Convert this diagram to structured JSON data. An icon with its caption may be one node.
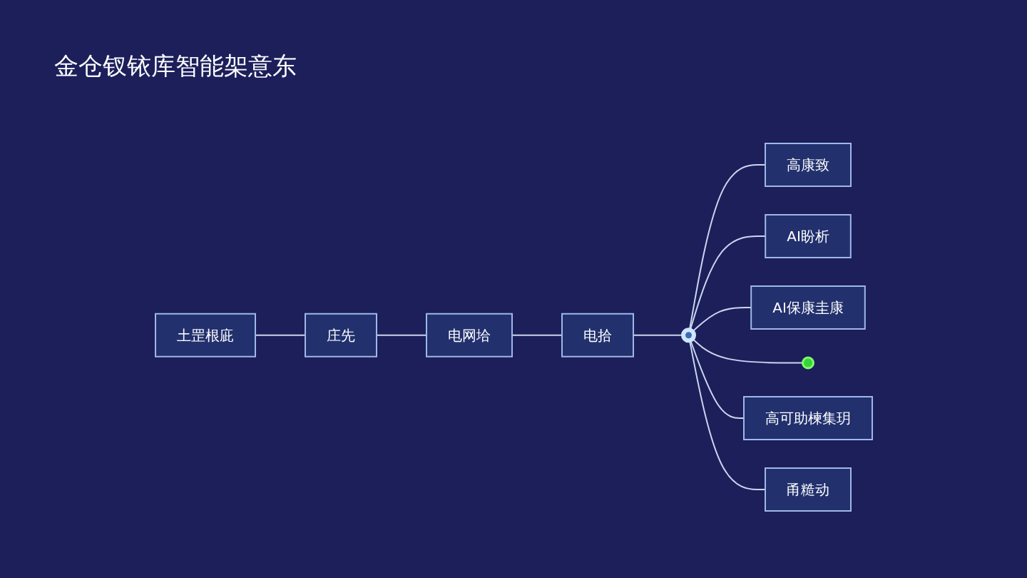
{
  "diagram": {
    "title": "金仓钗铱库智能架意东",
    "nodes": [
      {
        "text": [
          "土罡根庛"
        ]
      },
      {
        "text": [
          "庄先"
        ]
      },
      {
        "text": [
          "电网垥"
        ]
      },
      {
        "text": [
          "电拾"
        ]
      },
      {
        "text": [],
        "shape": "circle"
      },
      {
        "text": [
          "高康致"
        ]
      },
      {
        "text": [
          "AI盼析"
        ]
      },
      {
        "text": [
          "AI保康圭康"
        ]
      },
      {
        "text": [],
        "shape": "circle"
      },
      {
        "text": [
          "高可助楝集玥"
        ]
      },
      {
        "text": [
          "甬糙动"
        ]
      }
    ],
    "edges": [
      {
        "from": 0,
        "to": 1,
        "arrow": "none"
      },
      {
        "from": 1,
        "to": 2,
        "arrow": "none"
      },
      {
        "from": 2,
        "to": 3,
        "arrow": "none"
      },
      {
        "from": 3,
        "to": 4,
        "arrow": "none"
      },
      {
        "from": 4,
        "to": 5,
        "arrow": "none"
      },
      {
        "from": 4,
        "to": 6,
        "arrow": "none"
      },
      {
        "from": 4,
        "to": 7,
        "arrow": "none"
      },
      {
        "from": 4,
        "to": 8,
        "arrow": "none"
      },
      {
        "from": 4,
        "to": 9,
        "arrow": "none"
      },
      {
        "from": 4,
        "to": 10,
        "arrow": "none"
      }
    ]
  }
}
